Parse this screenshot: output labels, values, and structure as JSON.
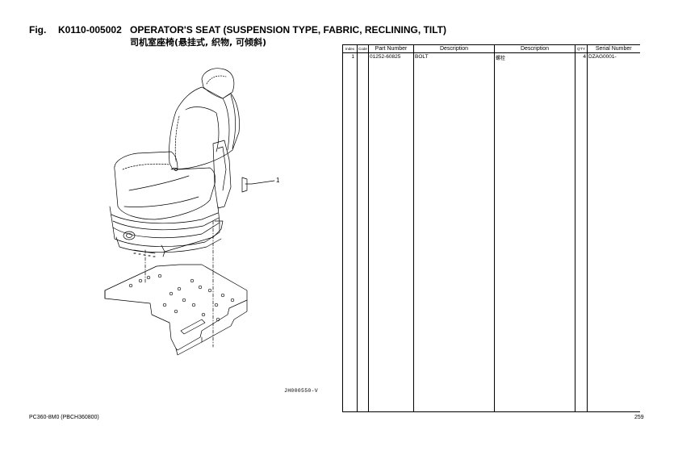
{
  "header": {
    "fig_label": "Fig.",
    "fig_code": "K0110-005002",
    "title_en": "OPERATOR'S SEAT (SUSPENSION TYPE, FABRIC, RECLINING, TILT)",
    "title_cn": "司机室座椅(悬挂式, 织物, 可倾斜)"
  },
  "drawing": {
    "callout": "1",
    "drawing_id": "JH000550-V"
  },
  "table": {
    "headers": {
      "index": "Index",
      "code": "Code",
      "part_number": "Part Number",
      "description_en": "Description",
      "description_cn": "Description",
      "qty": "Q'TY",
      "serial": "Serial Number"
    },
    "rows": [
      {
        "index": "1",
        "code": "",
        "part_number": "01252-60825",
        "description_en": "BOLT",
        "description_cn": "螺栓",
        "qty": "4",
        "serial": "DZAG0001-"
      }
    ]
  },
  "footer": {
    "model": "PC360-8M0 (PBCH360800)",
    "page": "259"
  }
}
